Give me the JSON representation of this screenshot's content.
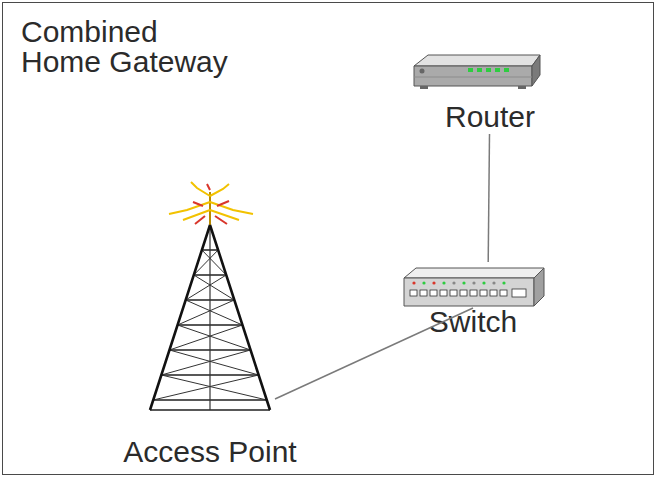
{
  "diagram": {
    "nodes": [
      {
        "text": [
          "Combined Home Gateway"
        ]
      },
      {
        "text": [
          "Router"
        ],
        "in": 0
      },
      {
        "text": [
          "Switch"
        ],
        "in": 0
      },
      {
        "text": [
          "Access Point"
        ],
        "in": 0
      }
    ],
    "edges": [
      {
        "from": 1,
        "to": 2,
        "arrow": "none"
      },
      {
        "from": 2,
        "to": 3,
        "arrow": "none"
      }
    ]
  }
}
